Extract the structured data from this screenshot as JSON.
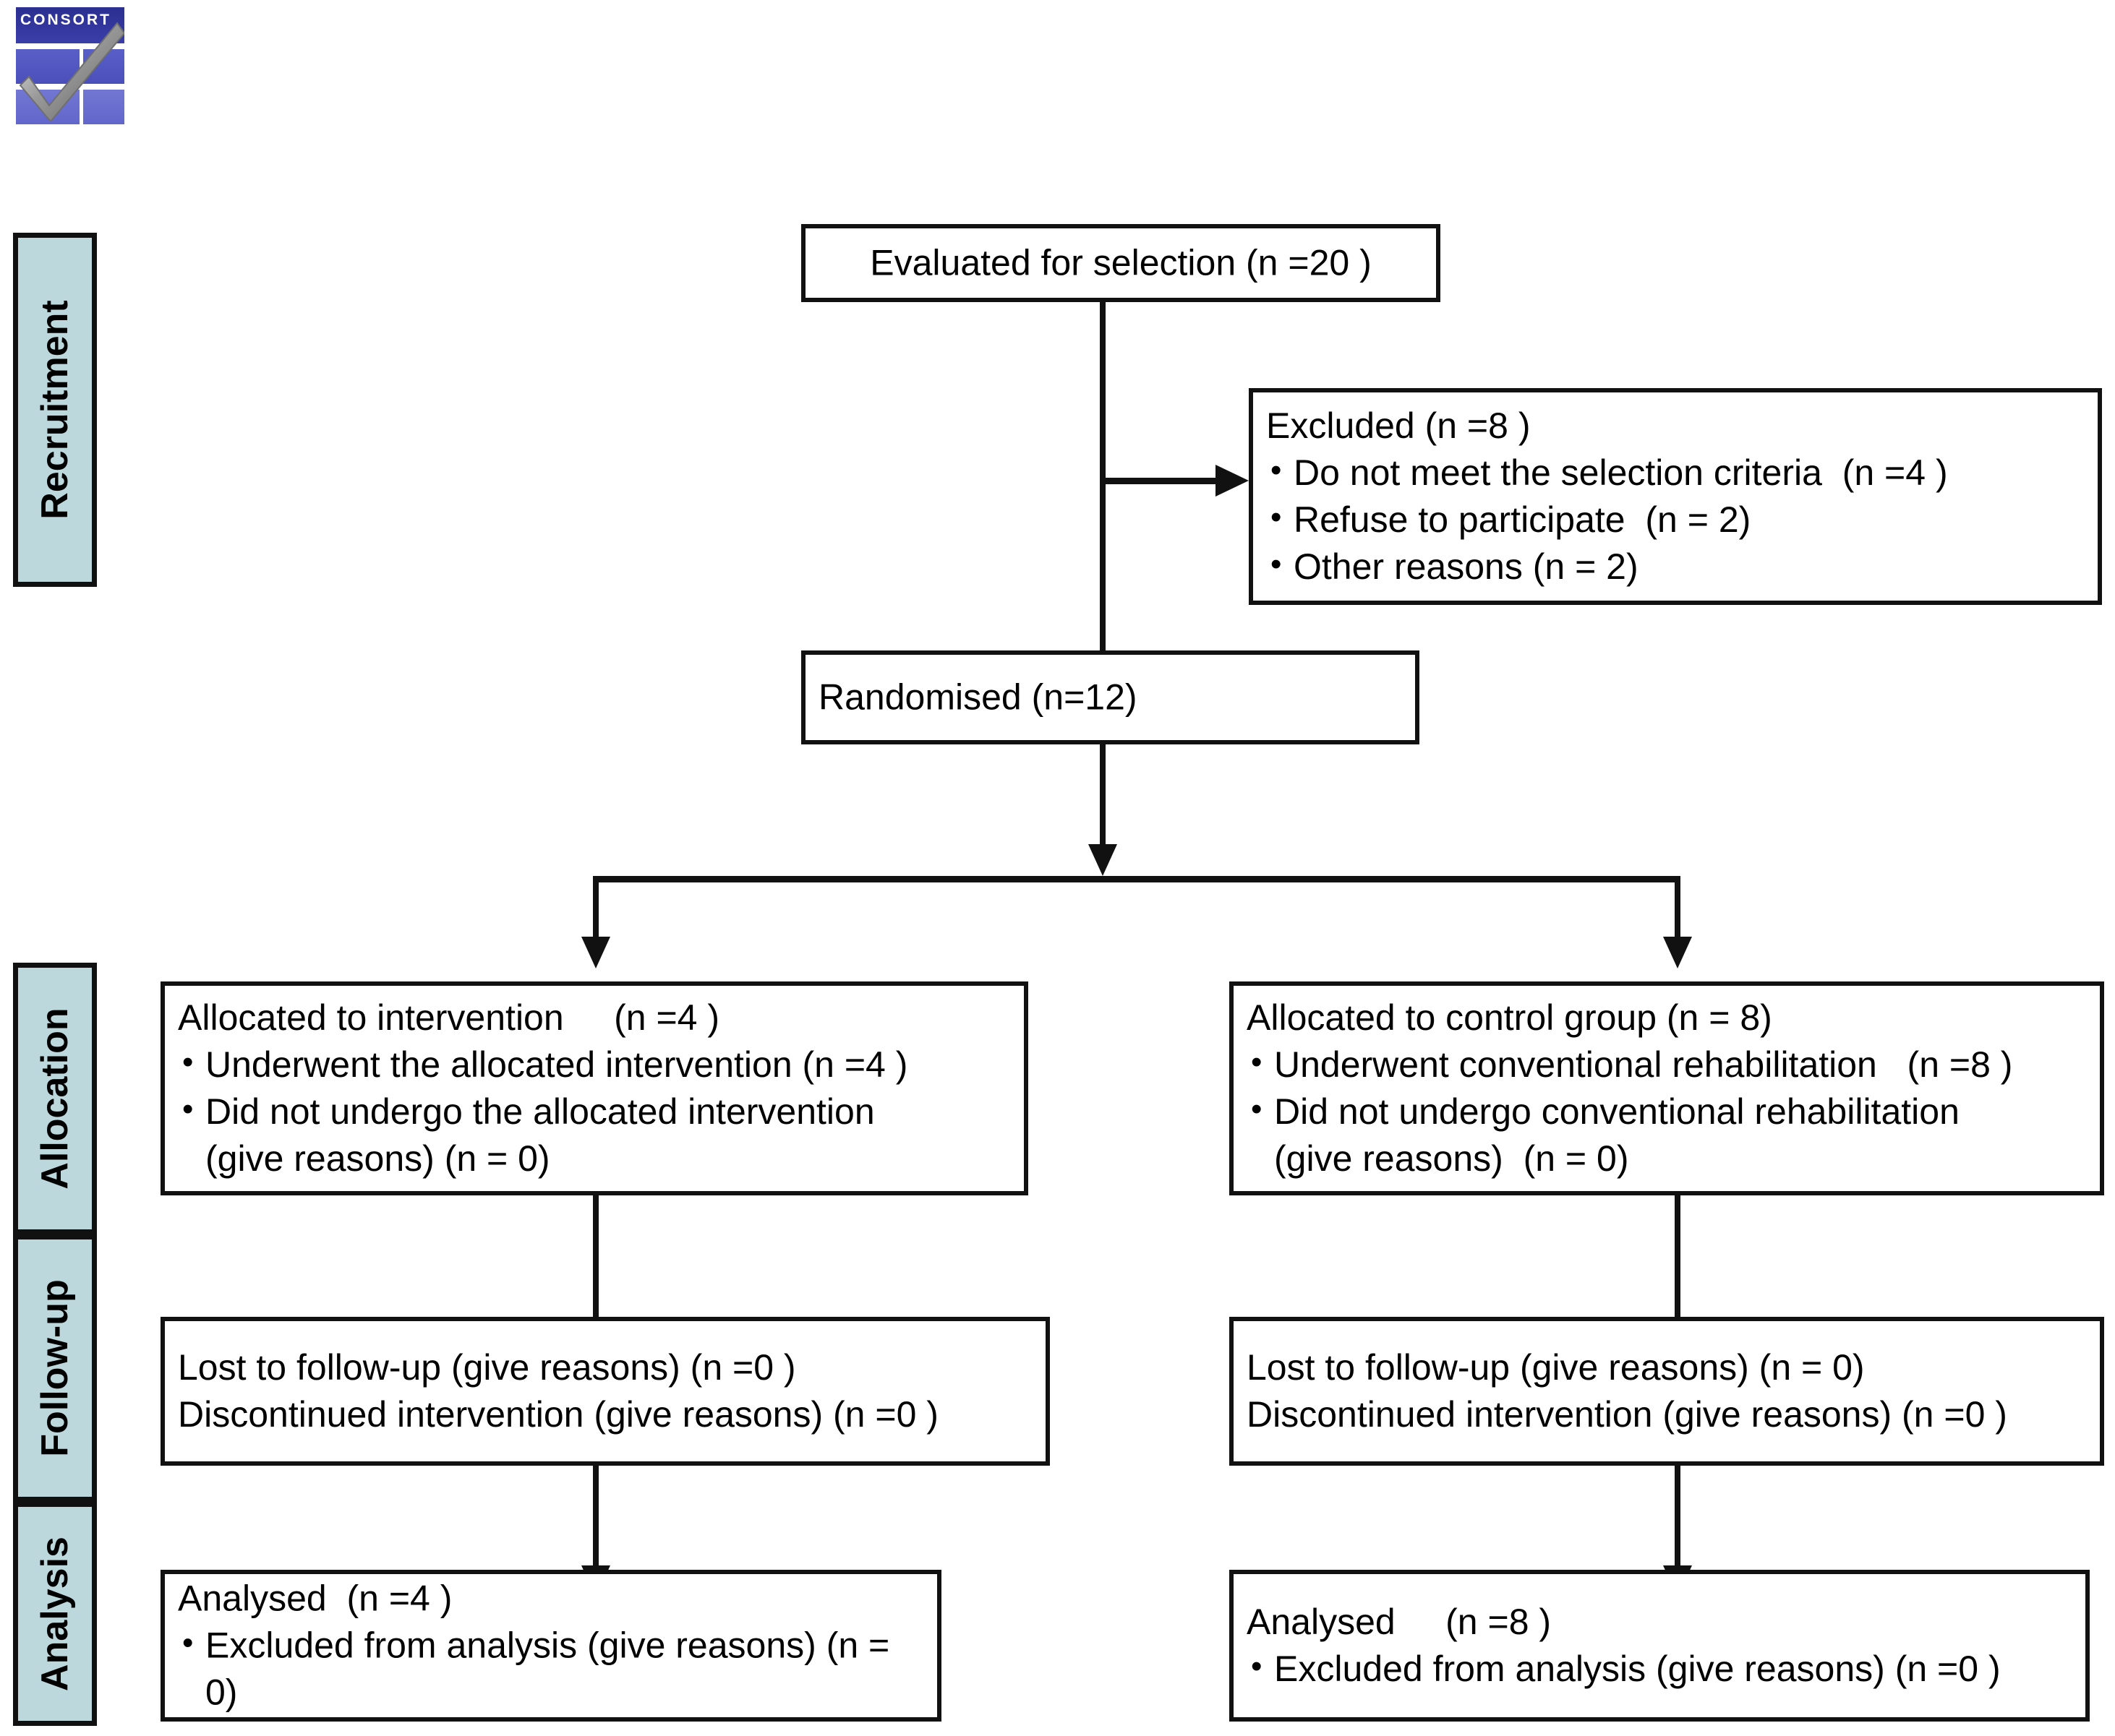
{
  "logo": {
    "text": "CONSORT",
    "alt": "consort-logo"
  },
  "phases": [
    {
      "id": "recruitment",
      "label": "Recruitment"
    },
    {
      "id": "allocation",
      "label": "Allocation"
    },
    {
      "id": "followup",
      "label": "Follow-up"
    },
    {
      "id": "analysis",
      "label": "Analysis"
    }
  ],
  "boxes": {
    "evaluated": {
      "heading": "Evaluated for selection (n =20 )"
    },
    "excluded": {
      "heading": "Excluded (n =8 )",
      "items": [
        "Do not meet the selection criteria  (n =4 )",
        "Refuse to participate  (n = 2)",
        "Other reasons (n = 2)"
      ]
    },
    "randomised": {
      "heading": "Randomised (n=12)"
    },
    "allocated_intervention": {
      "heading": "Allocated to intervention     (n =4 )",
      "items": [
        "Underwent the allocated intervention (n =4 )",
        "Did not undergo the allocated intervention\n(give reasons) (n = 0)"
      ]
    },
    "allocated_control": {
      "heading": "Allocated to control group (n = 8)",
      "items": [
        "Underwent conventional rehabilitation   (n =8 )",
        "Did not undergo conventional rehabilitation\n(give reasons)  (n = 0)"
      ]
    },
    "followup_left": {
      "lines": [
        "Lost to follow-up (give reasons) (n =0 )",
        "Discontinued intervention (give reasons) (n =0 )"
      ]
    },
    "followup_right": {
      "lines": [
        "Lost to follow-up (give reasons) (n = 0)",
        "Discontinued intervention (give reasons) (n =0 )"
      ]
    },
    "analysed_left": {
      "heading": "Analysed  (n =4 )",
      "items": [
        "Excluded from analysis (give reasons) (n = 0)"
      ]
    },
    "analysed_right": {
      "heading": "Analysed     (n =8 )",
      "items": [
        "Excluded from analysis (give reasons) (n =0 )"
      ]
    }
  },
  "colors": {
    "phase_fill": "#bdd8dd",
    "stroke": "#111111",
    "background": "#ffffff"
  },
  "chart_data": {
    "type": "diagram",
    "title": "CONSORT participant flow diagram",
    "nodes": [
      {
        "id": "evaluated",
        "label": "Evaluated for selection",
        "n": 20,
        "phase": "Recruitment"
      },
      {
        "id": "excluded",
        "label": "Excluded",
        "n": 8,
        "phase": "Recruitment"
      },
      {
        "id": "randomised",
        "label": "Randomised",
        "n": 12,
        "phase": "Recruitment"
      },
      {
        "id": "alloc_int",
        "label": "Allocated to intervention",
        "n": 4,
        "phase": "Allocation"
      },
      {
        "id": "alloc_ctrl",
        "label": "Allocated to control group",
        "n": 8,
        "phase": "Allocation"
      },
      {
        "id": "fu_int",
        "label": "Lost to follow-up (intervention)",
        "n": 0,
        "phase": "Follow-up"
      },
      {
        "id": "fu_ctrl",
        "label": "Lost to follow-up (control)",
        "n": 0,
        "phase": "Follow-up"
      },
      {
        "id": "an_int",
        "label": "Analysed (intervention)",
        "n": 4,
        "phase": "Analysis"
      },
      {
        "id": "an_ctrl",
        "label": "Analysed (control)",
        "n": 8,
        "phase": "Analysis"
      }
    ],
    "exclusion_reasons": [
      {
        "reason": "Do not meet the selection criteria",
        "n": 4
      },
      {
        "reason": "Refuse to participate",
        "n": 2
      },
      {
        "reason": "Other reasons",
        "n": 2
      }
    ],
    "edges": [
      {
        "from": "evaluated",
        "to": "excluded"
      },
      {
        "from": "evaluated",
        "to": "randomised"
      },
      {
        "from": "randomised",
        "to": "alloc_int"
      },
      {
        "from": "randomised",
        "to": "alloc_ctrl"
      },
      {
        "from": "alloc_int",
        "to": "fu_int"
      },
      {
        "from": "alloc_ctrl",
        "to": "fu_ctrl"
      },
      {
        "from": "fu_int",
        "to": "an_int"
      },
      {
        "from": "fu_ctrl",
        "to": "an_ctrl"
      }
    ]
  }
}
